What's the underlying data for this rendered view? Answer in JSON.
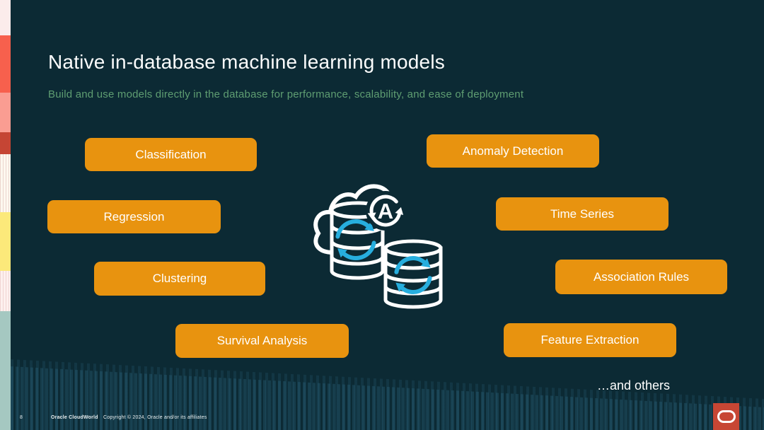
{
  "slide": {
    "title": "Native in-database machine learning models",
    "subtitle": "Build and use models directly in the database for performance, scalability, and ease of deployment",
    "and_others": "…and others",
    "page_number": "8",
    "footer": {
      "brand": "Oracle CloudWorld",
      "copyright": "Copyright © 2024, Oracle and/or its affiliates"
    }
  },
  "model_buttons": [
    {
      "label": "Classification"
    },
    {
      "label": "Anomaly Detection"
    },
    {
      "label": "Regression"
    },
    {
      "label": "Time Series"
    },
    {
      "label": "Clustering"
    },
    {
      "label": "Association Rules"
    },
    {
      "label": "Survival Analysis"
    },
    {
      "label": "Feature Extraction"
    }
  ],
  "icon": {
    "name": "cloud-database-sync-icon",
    "ring_letter": "A"
  },
  "colors": {
    "background": "#0c2a34",
    "accent_orange": "#e8930f",
    "subtitle_green": "#5f9e72",
    "sync_cyan": "#27aede",
    "oracle_red": "#c74634",
    "stripe_coral": "#f7604d",
    "stripe_salmon": "#fa9d92",
    "stripe_brick": "#c54534",
    "stripe_yellow": "#fce97a",
    "stripe_sage": "#a5c8c1"
  }
}
